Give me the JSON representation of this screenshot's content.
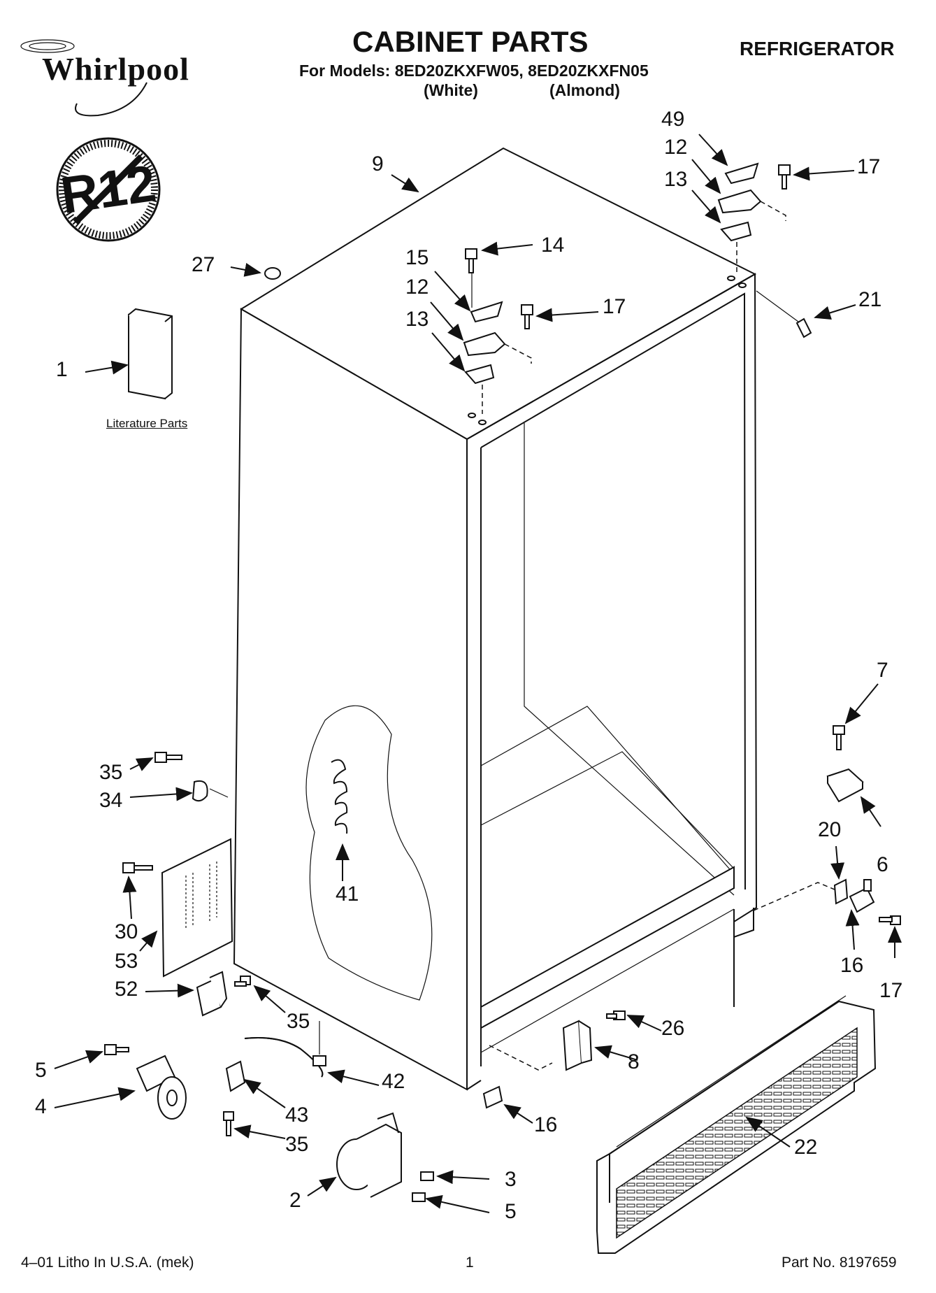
{
  "header": {
    "brand": "Whirlpool",
    "title": "CABINET PARTS",
    "models_line": "For Models: 8ED20ZKXFW05, 8ED20ZKXFN05",
    "color_white": "(White)",
    "color_almond": "(Almond)",
    "category": "REFRIGERATOR"
  },
  "badge": {
    "text": "R12",
    "icon": "no-r12-icon"
  },
  "literature": {
    "caption": "Literature Parts"
  },
  "callouts": {
    "c1": "1",
    "c2": "2",
    "c3": "3",
    "c4": "4",
    "c5a": "5",
    "c5b": "5",
    "c6": "6",
    "c7": "7",
    "c8": "8",
    "c9": "9",
    "c12a": "12",
    "c12b": "12",
    "c13a": "13",
    "c13b": "13",
    "c14": "14",
    "c15": "15",
    "c16a": "16",
    "c16b": "16",
    "c17a": "17",
    "c17b": "17",
    "c17c": "17",
    "c20": "20",
    "c21": "21",
    "c22": "22",
    "c26": "26",
    "c27": "27",
    "c30": "30",
    "c34": "34",
    "c35a": "35",
    "c35b": "35",
    "c35c": "35",
    "c41": "41",
    "c42": "42",
    "c43": "43",
    "c49": "49",
    "c52": "52",
    "c53": "53"
  },
  "footer": {
    "left": "4–01 Litho In U.S.A. (mek)",
    "page": "1",
    "part_no": "Part No. 8197659"
  }
}
